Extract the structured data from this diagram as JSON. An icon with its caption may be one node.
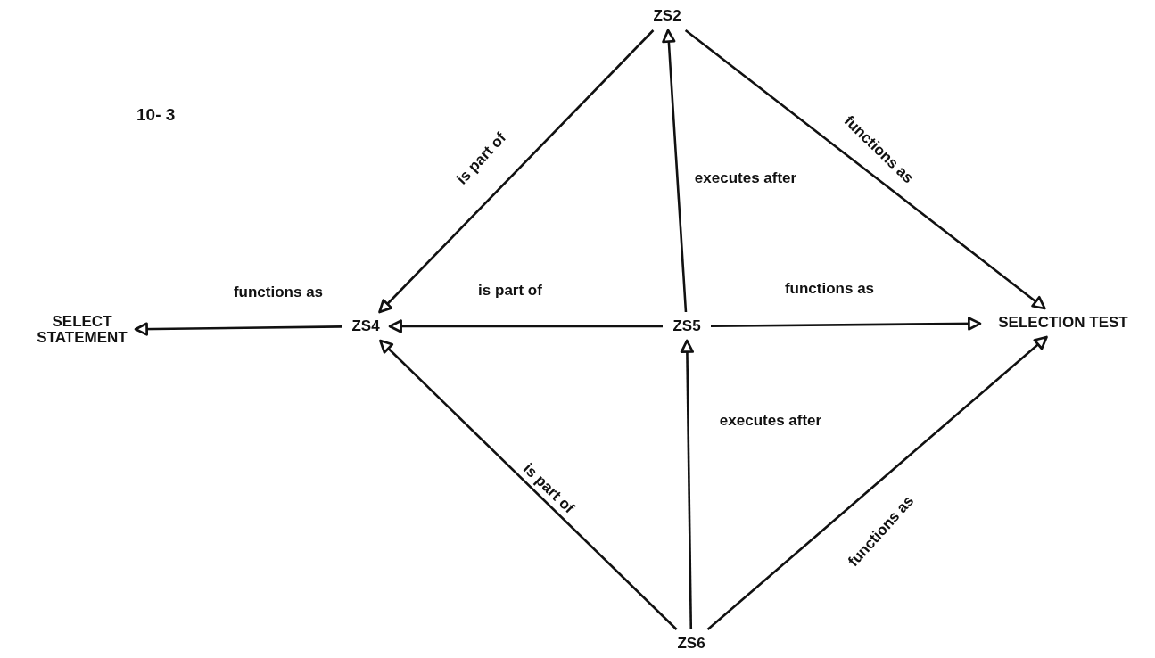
{
  "diagram": {
    "nodes": [
      {
        "text": [
          "ZS2"
        ]
      },
      {
        "text": [
          "SELECT STATEMENT"
        ]
      },
      {
        "text": [
          "ZS4"
        ]
      },
      {
        "text": [
          "ZS5"
        ]
      },
      {
        "text": [
          "SELECTION TEST"
        ]
      },
      {
        "text": [
          "ZS6"
        ]
      }
    ],
    "edges": [
      {
        "from": 0,
        "to": 2,
        "arrow": "to",
        "label": "is part of"
      },
      {
        "from": 0,
        "to": 4,
        "arrow": "to",
        "label": "functions as"
      },
      {
        "from": 3,
        "to": 0,
        "arrow": "to",
        "label": "executes after"
      },
      {
        "from": 2,
        "to": 1,
        "arrow": "to",
        "label": "functions as"
      },
      {
        "from": 3,
        "to": 2,
        "arrow": "to",
        "label": "is part of"
      },
      {
        "from": 3,
        "to": 4,
        "arrow": "to",
        "label": "functions as"
      },
      {
        "from": 5,
        "to": 2,
        "arrow": "to",
        "label": "is part of"
      },
      {
        "from": 5,
        "to": 3,
        "arrow": "to",
        "label": "executes after"
      },
      {
        "from": 5,
        "to": 4,
        "arrow": "to",
        "label": "functions as"
      }
    ],
    "labels": [
      "10- 3"
    ]
  }
}
